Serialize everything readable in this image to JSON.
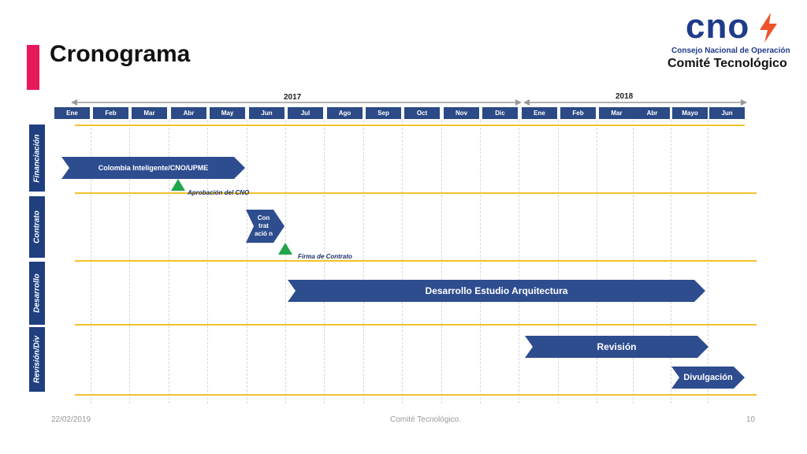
{
  "header": {
    "title": "Cronograma",
    "logo_text": "cno",
    "logo_subtitle": "Consejo Nacional de Operación",
    "logo_committee": "Comité Tecnológico"
  },
  "timeline": {
    "year_2017": "2017",
    "year_2018": "2018",
    "months": [
      "Ene",
      "Feb",
      "Mar",
      "Abr",
      "May",
      "Jun",
      "Jul",
      "Ago",
      "Sep",
      "Oct",
      "Nov",
      "Dic",
      "Ene",
      "Feb",
      "Mar",
      "Abr",
      "Mayo",
      "Jun"
    ]
  },
  "rows": {
    "financiacion": "Financiación",
    "contrato": "Contrato",
    "desarrollo": "Desarrollo",
    "revision": "Revisión/Div"
  },
  "tasks": {
    "colombia": "Colombia Inteligente/CNO/UPME",
    "contratacion": "Con trat ació n",
    "desarrollo": "Desarrollo Estudio Arquitectura",
    "revision": "Revisión",
    "divulgacion": "Divulgación"
  },
  "milestones": {
    "aprobacion": "Aprobación del CNO",
    "firma": "Firma de Contrato"
  },
  "footer": {
    "date": "22/02/2019",
    "center": "Comité Tecnológico.",
    "page": "10"
  },
  "colors": {
    "accent": "#e8195a",
    "brand_blue": "#1f3b8a",
    "bar_blue": "#2e4d8f",
    "grid_yellow": "#f2c22e",
    "milestone_green": "#1fa64b"
  }
}
